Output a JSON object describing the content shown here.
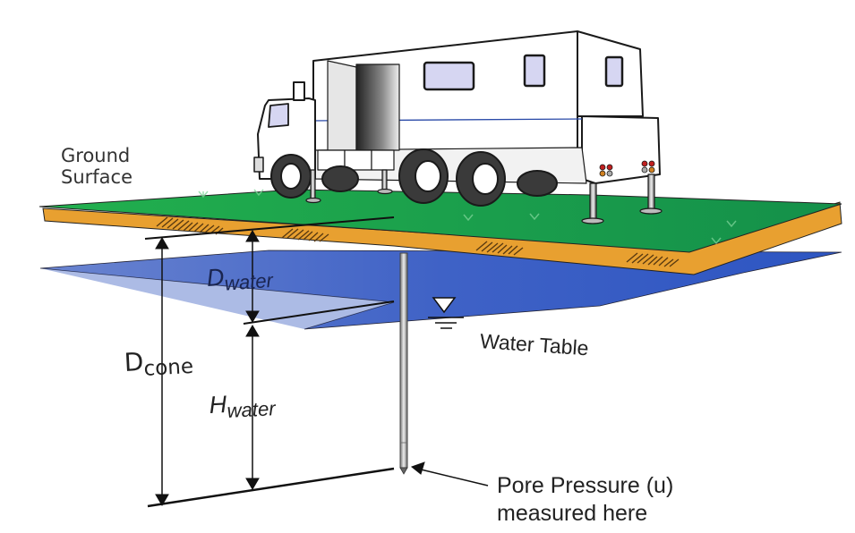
{
  "diagram": {
    "title": "CPT pore pressure measurement setup",
    "labels": {
      "ground_surface_line1": "Ground",
      "ground_surface_line2": "Surface",
      "d_water_main": "D",
      "d_water_sub": "water",
      "d_cone_main": "D",
      "d_cone_sub": "cone",
      "h_water_main": "H",
      "h_water_sub": "water",
      "water_table": "Water Table",
      "pore_pressure_line1": "Pore Pressure (u)",
      "pore_pressure_line2": "measured here"
    },
    "colors": {
      "grass": "#1fa34a",
      "soil": "#e8a030",
      "water": "#3d5fc4",
      "water_light": "#5a78cc",
      "truck_body": "#ffffff",
      "window": "#d6d6f2",
      "outline": "#1a1a1a",
      "tire": "#3a3a3a"
    }
  }
}
